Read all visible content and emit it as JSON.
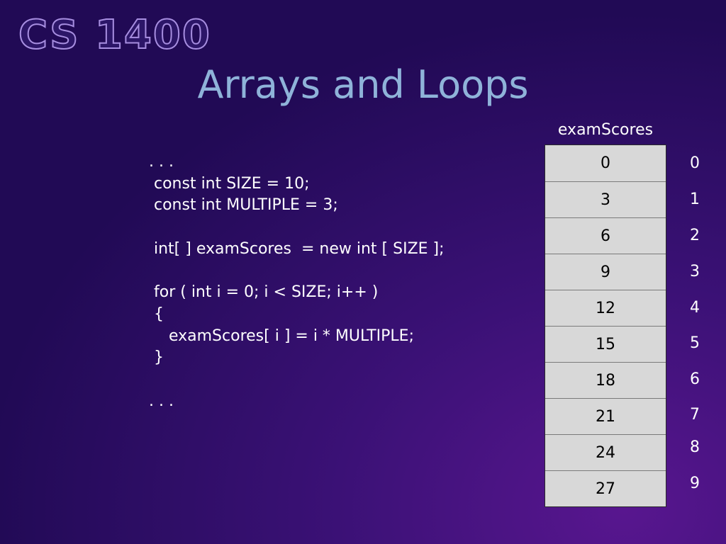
{
  "slide": {
    "course": "CS 1400",
    "title": "Arrays and Loops"
  },
  "code": {
    "lines": [
      ". . .",
      " const int SIZE = 10;",
      " const int MULTIPLE = 3;",
      "",
      " int[ ] examScores  = new int [ SIZE ];",
      "",
      " for ( int i = 0; i < SIZE; i++ )",
      " {",
      "    examScores[ i ] = i * MULTIPLE;",
      " }",
      "",
      ". . ."
    ]
  },
  "array": {
    "name": "examScores",
    "values": [
      "0",
      "3",
      "6",
      "9",
      "12",
      "15",
      "18",
      "21",
      "24",
      "27"
    ],
    "indices": [
      "0",
      "1",
      "2",
      "3",
      "4",
      "5",
      "6",
      "7",
      "8",
      "9"
    ]
  }
}
